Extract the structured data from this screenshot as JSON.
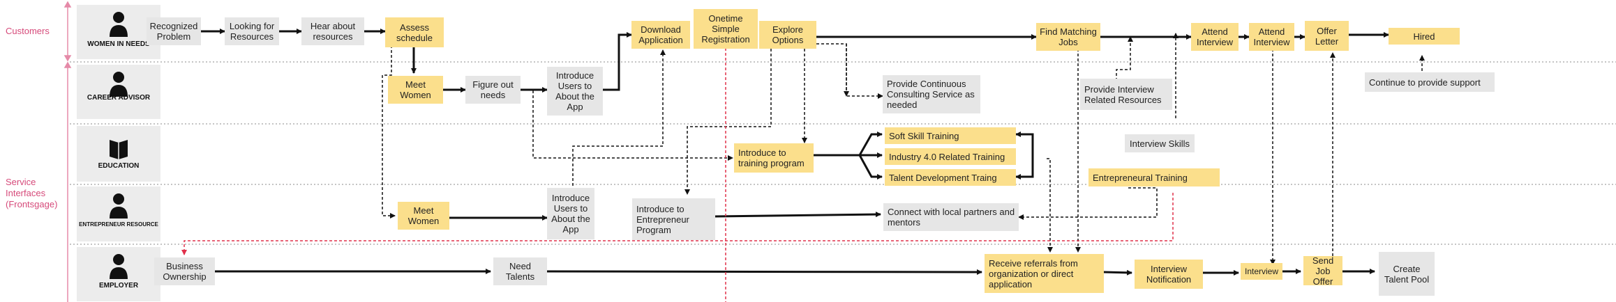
{
  "lanes": {
    "customers": "Customers",
    "service_interfaces": "Service Interfaces (Frontsgage)"
  },
  "roles": [
    {
      "id": "women",
      "label": "WOMEN IN NEEDS",
      "icon": "person-icon"
    },
    {
      "id": "career",
      "label": "CAREER ADVISOR",
      "icon": "person-icon"
    },
    {
      "id": "education",
      "label": "EDUCATION",
      "icon": "book-icon"
    },
    {
      "id": "entrepreneur",
      "label": "ENTREPRENEUR RESOURCE",
      "icon": "person-icon"
    },
    {
      "id": "employer",
      "label": "EMPLOYER",
      "icon": "person-icon"
    }
  ],
  "nodes": {
    "recognized_problem": "Recognized Problem",
    "looking_for_resources": "Looking for Resources",
    "hear_about_resources": "Hear about resources",
    "assess_schedule": "Assess schedule",
    "download_application": "Download Application",
    "onetime_registration": "Onetime Simple Registration",
    "explore_options": "Explore Options",
    "find_matching_jobs": "Find Matching Jobs",
    "attend_interview_1": "Attend Interview",
    "attend_interview_2": "Attend Interview",
    "offer_letter": "Offer Letter",
    "hired": "Hired",
    "meet_women_career": "Meet Women",
    "figure_out_needs": "Figure out needs",
    "introduce_app_career": "Introduce Users to About the App",
    "provide_consulting": "Provide Continuous Consulting Service as needed",
    "provide_interview_resources": "Provide Interview Related Resources",
    "continue_support": "Continue to provide support",
    "soft_skill": "Soft Skill Training",
    "industry_training": "Industry 4.0 Related Training",
    "talent_development": "Talent Development Traing",
    "introduce_training": "Introduce to training program",
    "interview_skills": "Interview Skills",
    "entrepreneurial_training": "Entrepreneural Training",
    "meet_women_entre": "Meet Women",
    "introduce_app_entre": "Introduce Users to About the App",
    "introduce_entre_program": "Introduce to Entrepreneur Program",
    "connect_partners": "Connect with local partners and mentors",
    "business_ownership": "Business Ownership",
    "need_talents": "Need Talents",
    "receive_referrals": "Receive referrals from organization or direct application",
    "interview_notification": "Interview Notification",
    "interview": "Interview",
    "send_job_offer": "Send Job Offer",
    "create_talent_pool": "Create Talent Pool"
  },
  "colors": {
    "highlight": "#fbdf8c",
    "neutral": "#e6e6e6",
    "accent": "#d64a7a"
  }
}
